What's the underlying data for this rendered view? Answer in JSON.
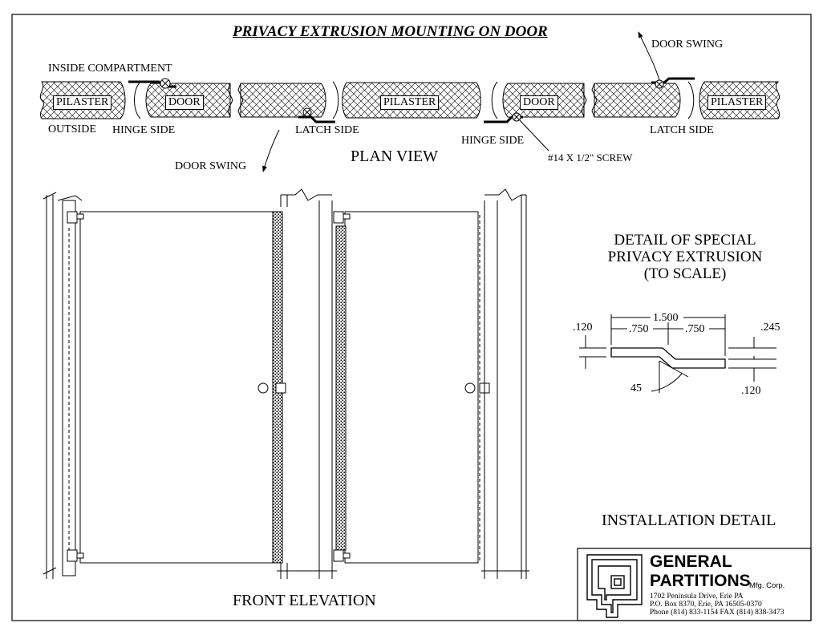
{
  "title": "PRIVACY EXTRUSION MOUNTING ON DOOR",
  "plan_view": {
    "heading": "PLAN VIEW",
    "inside_compartment": "INSIDE COMPARTMENT",
    "outside": "OUTSIDE",
    "pilaster": "PILASTER",
    "door": "DOOR",
    "hinge_side": "HINGE SIDE",
    "latch_side": "LATCH SIDE",
    "door_swing": "DOOR SWING",
    "screw": "#14 X 1/2\" SCREW"
  },
  "front_elevation": {
    "heading": "FRONT ELEVATION"
  },
  "detail": {
    "line1": "DETAIL OF SPECIAL",
    "line2": "PRIVACY EXTRUSION",
    "line3": "(TO SCALE)",
    "dim_total": "1.500",
    "dim_left": ".750",
    "dim_right": ".750",
    "dim_thick_left": ".120",
    "dim_offset": ".245",
    "dim_thick_right": ".120",
    "dim_angle": "45"
  },
  "installation": "INSTALLATION DETAIL",
  "company": {
    "name1": "GENERAL",
    "name2": "PARTITIONS",
    "suffix": "Mfg. Corp.",
    "address1": "1702 Peninsula Drive, Erie PA",
    "address2": "P.O. Box 8370, Erie, PA 16505-0370",
    "phone": "Phone (814) 833-1154  FAX (814) 838-3473"
  }
}
